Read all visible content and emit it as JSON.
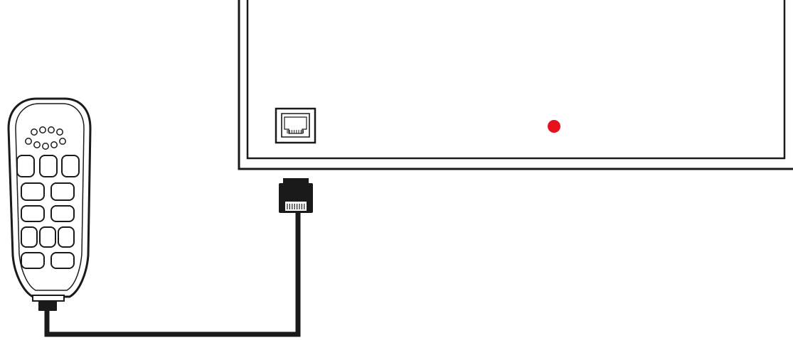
{
  "diagram": {
    "components": [
      {
        "id": "handset",
        "kind": "handheld remote control",
        "icon": "remote-control-icon"
      },
      {
        "id": "control-box",
        "kind": "control box with rear panel",
        "icon": "control-box-icon"
      },
      {
        "id": "modular-jack",
        "kind": "RJ-style modular socket on control box",
        "icon": "rj-jack-icon"
      },
      {
        "id": "modular-plug",
        "kind": "RJ-style modular plug",
        "icon": "rj-plug-icon"
      },
      {
        "id": "indicator-led",
        "kind": "status indicator light",
        "icon": "led-icon"
      },
      {
        "id": "cable",
        "kind": "cable connecting handset to modular plug",
        "icon": "cable-icon"
      }
    ],
    "colors": {
      "stroke": "#1a1a1a",
      "background": "#ffffff",
      "led": "#e5121b"
    },
    "handset_layout": {
      "speaker_holes": 9,
      "button_rows": [
        3,
        2,
        2,
        3,
        2
      ]
    }
  }
}
